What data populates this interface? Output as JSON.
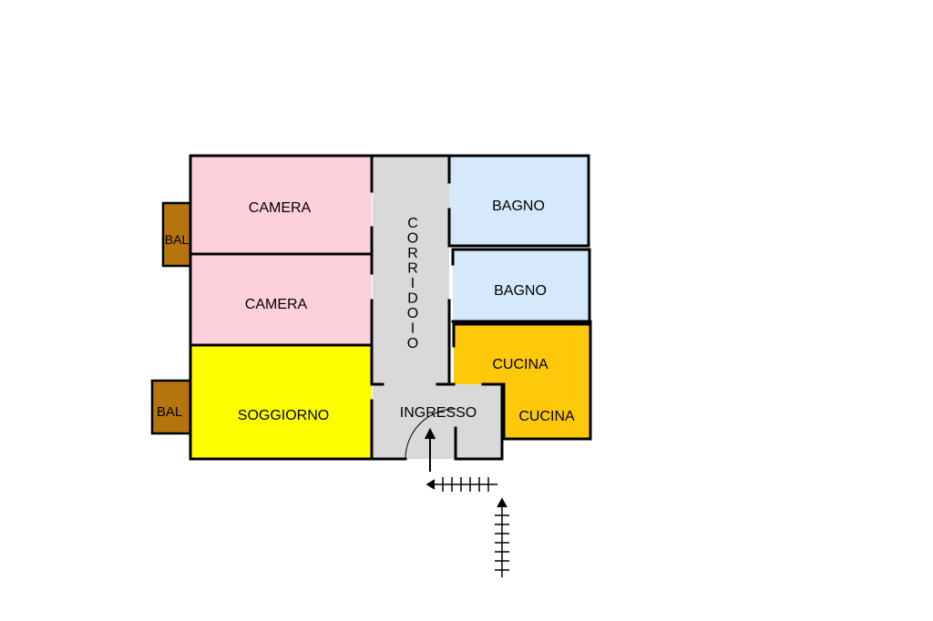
{
  "colors": {
    "camera": "#fdd1dc",
    "bagno": "#d5e9fb",
    "cucina": "#fec80b",
    "soggiorno": "#fdfd00",
    "corridoio": "#d9d9d9",
    "balcone": "#b5740d",
    "wall": "#000000"
  },
  "rooms": {
    "camera_1": "CAMERA",
    "camera_2": "CAMERA",
    "soggiorno": "SOGGIORNO",
    "corridoio": "CORRIDOIO",
    "ingresso": "INGRESSO",
    "bagno_1": "BAGNO",
    "bagno_2": "BAGNO",
    "cucina_1": "CUCINA",
    "cucina_2": "CUCINA",
    "balcone_1": "BAL",
    "balcone_2": "BAL"
  }
}
